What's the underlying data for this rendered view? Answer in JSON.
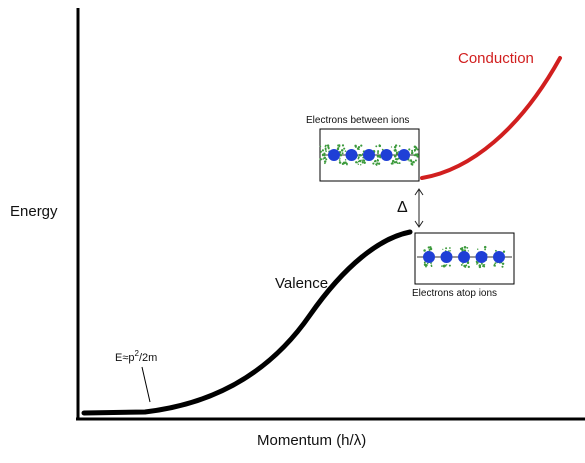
{
  "axes": {
    "y_label": "Energy",
    "x_label": "Momentum (h/λ)"
  },
  "curves": {
    "valence_label": "Valence",
    "conduction_label": "Conduction",
    "conduction_color": "#d11f1f",
    "valence_color": "#000000"
  },
  "gap": {
    "symbol": "Δ"
  },
  "formula": {
    "prefix": "E≈p",
    "exponent": "2",
    "suffix": "/2m"
  },
  "insets": {
    "top": {
      "title": "Electrons between ions",
      "ion_count": 5
    },
    "bottom": {
      "title": "Electrons atop ions",
      "ion_count": 5
    }
  },
  "colors": {
    "ion": "#1f3fd6",
    "electron_cloud": "#3c9a3c"
  }
}
